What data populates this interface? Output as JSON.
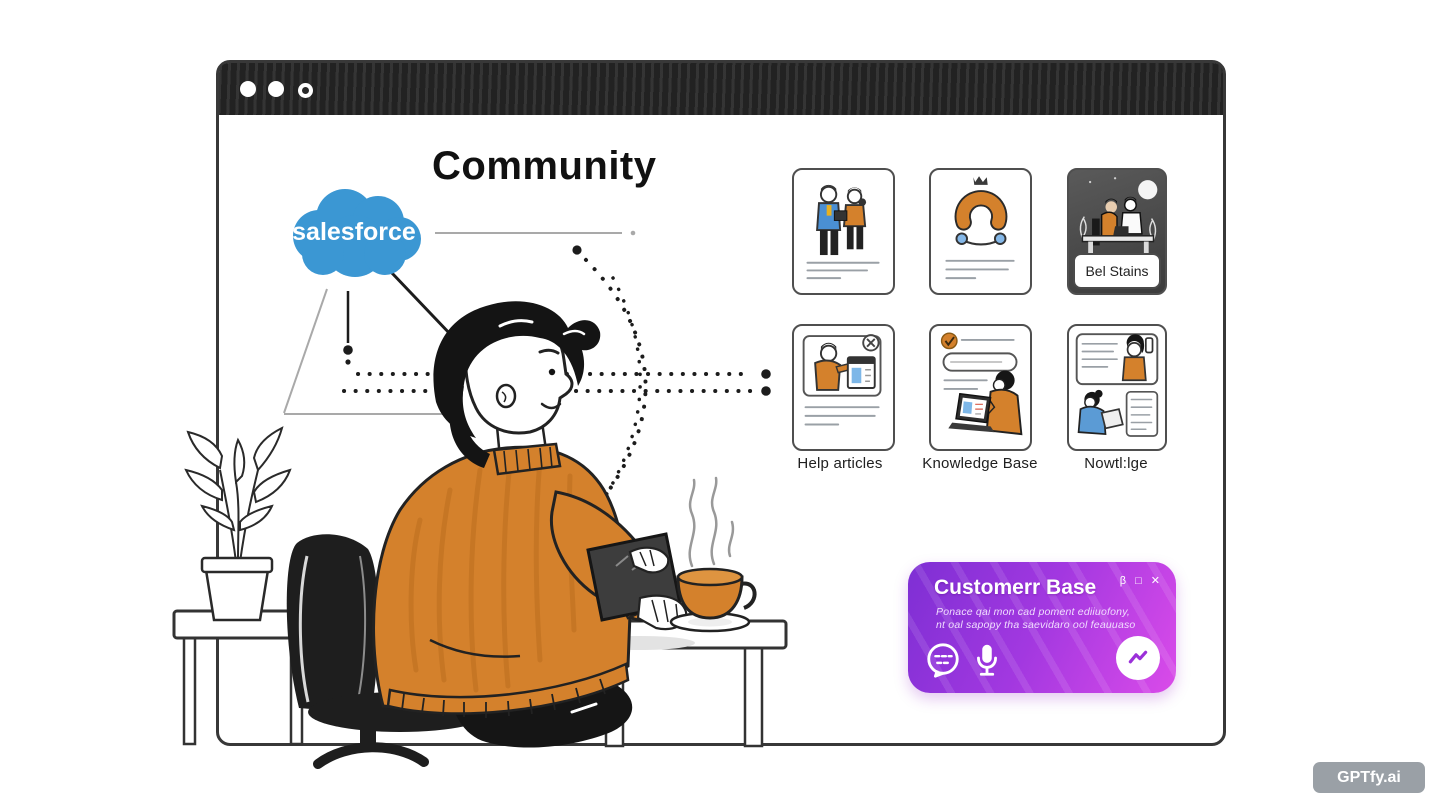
{
  "page": {
    "title": "Community"
  },
  "brand": {
    "name": "salesforce"
  },
  "cards": [
    {
      "name": "community-members",
      "label": ""
    },
    {
      "name": "support-headset",
      "label": ""
    },
    {
      "name": "night-meeting",
      "label": "Bel Stains"
    },
    {
      "name": "help-articles",
      "label": "Help articles"
    },
    {
      "name": "knowledge-base",
      "label": "Knowledge Base"
    },
    {
      "name": "knowledge-misc",
      "label": "Nowtl:lge"
    }
  ],
  "widget": {
    "title": "Customerr Base",
    "body_line1": "Ponace qai mon cad poment ediiuofony,",
    "body_line2": "nt oal sapopy tha saevidaro ool feauuaso",
    "controls": {
      "icon1": "β",
      "icon2": "□",
      "icon3": "✕"
    }
  },
  "watermark": {
    "label": "GPTfy.ai"
  },
  "colors": {
    "salesforce_blue": "#3b97d3",
    "accent_orange": "#d4812c",
    "widget_purple_start": "#7e2fd4",
    "widget_purple_end": "#da4be9",
    "titlebar_dark": "#282828",
    "badge_gray": "#9aa0a6"
  },
  "icons": {
    "window_dots": "window-control-dots",
    "chat": "chat-bubble-icon",
    "microphone": "microphone-icon",
    "messenger": "zigzag-chat-icon"
  }
}
